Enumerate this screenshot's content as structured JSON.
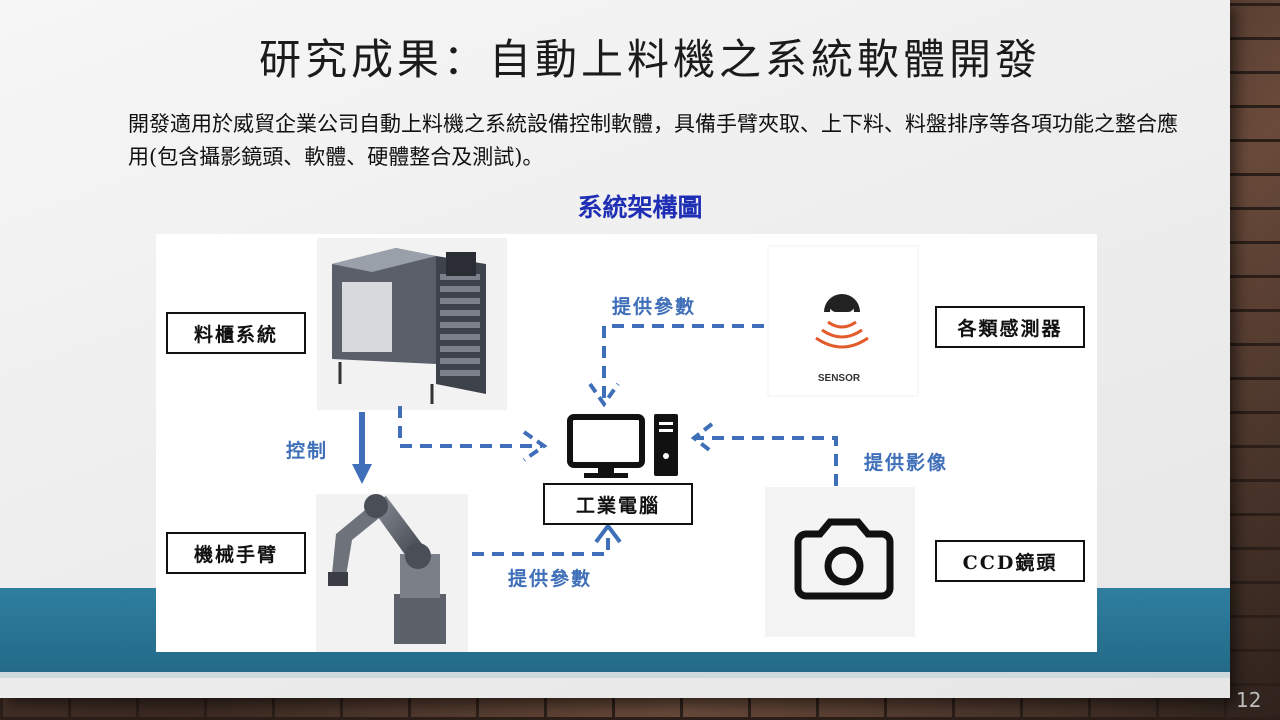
{
  "slide": {
    "title": "研究成果：自動上料機之系統軟體開發",
    "description": "開發適用於威貿企業公司自動上料機之系統設備控制軟體，具備手臂夾取、上下料、料盤排序等各項功能之整合應用(包含攝影鏡頭、軟體、硬體整合及測試)。",
    "page_number": "12"
  },
  "diagram": {
    "title": "系統架構圖",
    "nodes": {
      "material_cabinet": "料櫃系統",
      "robot_arm": "機械手臂",
      "industrial_pc": "工業電腦",
      "sensors": "各類感測器",
      "ccd_lens": "CCD鏡頭"
    },
    "sensor_icon_caption": "SENSOR",
    "edge_labels": {
      "control": "控制",
      "sensor_params": "提供參數",
      "arm_params": "提供參數",
      "ccd_images": "提供影像"
    },
    "colors": {
      "arrow": "#3f6fb8",
      "title": "#1f2fb5",
      "band": "#2f7ea0"
    }
  }
}
